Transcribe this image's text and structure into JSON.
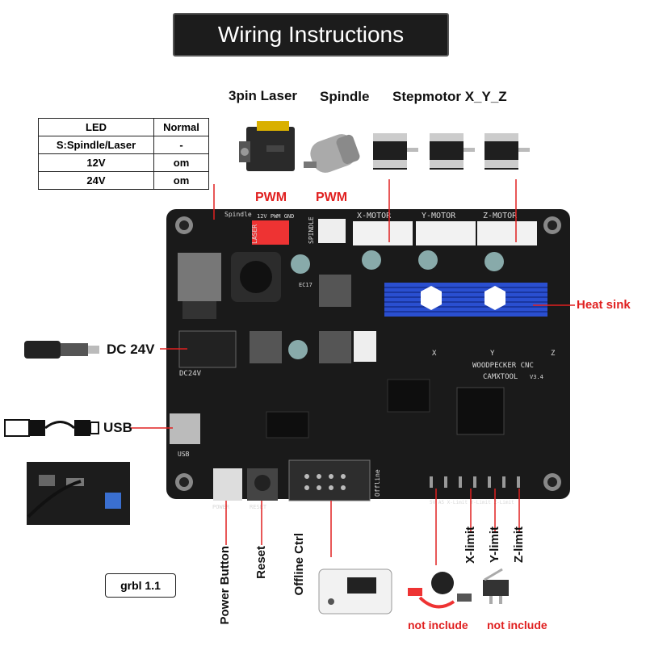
{
  "title": "Wiring Instructions",
  "top_labels": {
    "laser": "3pin Laser",
    "spindle": "Spindle",
    "stepmotor": "Stepmotor X_Y_Z"
  },
  "pwm_labels": [
    "PWM",
    "PWM"
  ],
  "led_table": {
    "headers": [
      "LED",
      "Normal"
    ],
    "rows": [
      [
        "S:Spindle/Laser",
        "-"
      ],
      [
        "12V",
        "om"
      ],
      [
        "24V",
        "om"
      ]
    ]
  },
  "side_labels": {
    "dc": "DC 24V",
    "usb": "USB",
    "heat_sink": "Heat sink"
  },
  "bottom_labels": {
    "power": "Power Button",
    "reset": "Reset",
    "offline": "Offline Ctrl",
    "x_limit": "X-limit",
    "y_limit": "Y-limit",
    "z_limit": "Z-limit"
  },
  "not_include": [
    "not include",
    "not include"
  ],
  "grbl": "grbl 1.1",
  "board_silk": {
    "x_motor": "X-MOTOR",
    "y_motor": "Y-MOTOR",
    "z_motor": "Z-MOTOR",
    "brand": "WOODPECKER CNC",
    "model": "CAMXTOOL",
    "version": "V3.4",
    "laser": "LASER",
    "spindle": "SPINDLE",
    "spindle_top": "Spindle",
    "pwm_row": "12V PWM GND",
    "power": "POWER",
    "reset": "RESET",
    "offline": "Offline",
    "dc24v": "DC24V",
    "usb": "USB",
    "x": "X",
    "y": "Y",
    "z": "Z",
    "ec17": "EC17",
    "limits": "5V A5 X-Limit Y-Limit Z-Limit"
  },
  "colors": {
    "accent_red": "#e02020",
    "pcb": "#1a1a1a",
    "heatsink": "#2a4fd0"
  }
}
